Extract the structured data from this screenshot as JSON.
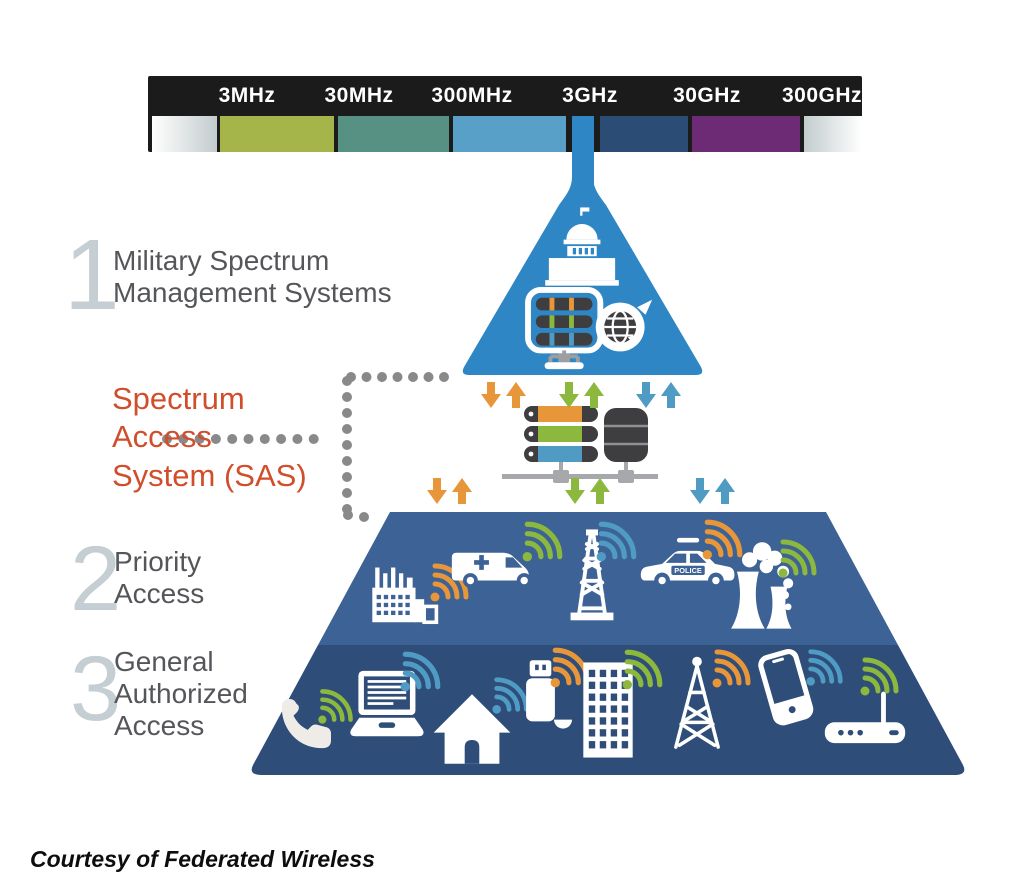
{
  "spectrum_bar": {
    "frequency_labels": [
      "3MHz",
      "30MHz",
      "300MHz",
      "3GHz",
      "30GHz",
      "300GHz"
    ],
    "bands": [
      {
        "name": "band-gradient-left",
        "color": "gradient"
      },
      {
        "name": "band-green",
        "color": "#a6b54a"
      },
      {
        "name": "band-teal",
        "color": "#579184"
      },
      {
        "name": "band-lightblue",
        "color": "#58a0c8"
      },
      {
        "name": "band-shared-stem",
        "color": "#2f86c4"
      },
      {
        "name": "band-navy",
        "color": "#2b4d75"
      },
      {
        "name": "band-purple",
        "color": "#6d2b76"
      },
      {
        "name": "band-gradient-right",
        "color": "gradient"
      }
    ]
  },
  "funnel": {
    "color": "#2f86c4",
    "icons": [
      {
        "name": "capitol-icon"
      },
      {
        "name": "server-rack-icon"
      },
      {
        "name": "globe-sync-icon"
      }
    ]
  },
  "sas": {
    "lines": [
      "Spectrum",
      "Access",
      "System (SAS)"
    ],
    "text_color": "#d04e2b",
    "server_colors": [
      "#e8963a",
      "#8cb83e",
      "#4f9bc4"
    ]
  },
  "levels": [
    {
      "number": "1",
      "label_lines": [
        "Military Spectrum",
        "Management Systems"
      ]
    },
    {
      "number": "2",
      "label_lines": [
        "Priority",
        "Access"
      ]
    },
    {
      "number": "3",
      "label_lines": [
        "General",
        "Authorized",
        "Access"
      ]
    }
  ],
  "arrows": {
    "colors": [
      "#e8963a",
      "#8cb83e",
      "#4f9bc4"
    ]
  },
  "tiers": [
    {
      "name": "priority-access",
      "color": "#3d6295",
      "icons": [
        {
          "name": "factory-icon",
          "wifi": "#e8963a"
        },
        {
          "name": "ambulance-icon",
          "wifi": "#8cb83e"
        },
        {
          "name": "drill-tower-icon",
          "wifi": "#4f9bc4"
        },
        {
          "name": "police-car-icon",
          "wifi": "#e8963a",
          "label": "POLICE"
        },
        {
          "name": "power-plant-icon",
          "wifi": "#8cb83e"
        }
      ]
    },
    {
      "name": "general-authorized-access",
      "color": "#2e4d78",
      "icons": [
        {
          "name": "phone-icon",
          "wifi": "#8cb83e"
        },
        {
          "name": "laptop-icon",
          "wifi": "#4f9bc4"
        },
        {
          "name": "house-icon",
          "wifi": "#4f9bc4"
        },
        {
          "name": "usb-icon",
          "wifi": "#e8963a"
        },
        {
          "name": "office-building-icon",
          "wifi": "#8cb83e"
        },
        {
          "name": "radio-tower-icon",
          "wifi": "#e8963a"
        },
        {
          "name": "smartphone-icon",
          "wifi": "#4f9bc4"
        },
        {
          "name": "router-icon",
          "wifi": "#8cb83e"
        }
      ]
    }
  ],
  "footer": {
    "credit": "Courtesy of Federated Wireless"
  }
}
